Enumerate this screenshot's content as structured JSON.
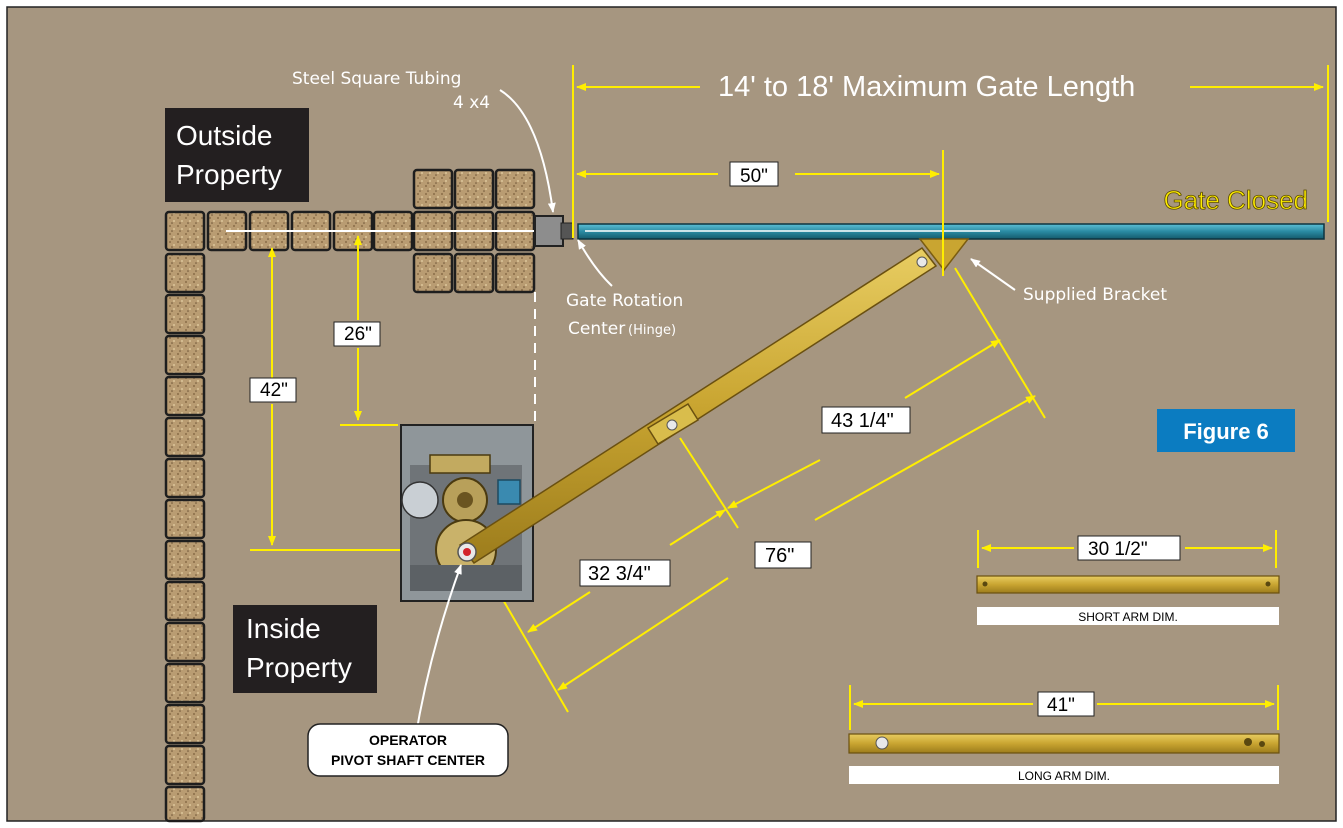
{
  "labels": {
    "steel_tubing_line1": "Steel Square Tubing",
    "steel_tubing_line2": "4 x4",
    "max_gate_length": "14' to 18' Maximum Gate Length",
    "outside_line1": "Outside",
    "outside_line2": "Property",
    "inside_line1": "Inside",
    "inside_line2": "Property",
    "dim_50": "50\"",
    "gate_closed": "Gate Closed",
    "gate_rotation_line1": "Gate Rotation",
    "gate_rotation_line2": "Center",
    "gate_rotation_hinge": "(Hinge)",
    "supplied_bracket": "Supplied Bracket",
    "dim_26": "26\"",
    "dim_42": "42\"",
    "dim_43_1_4": "43 1/4\"",
    "dim_32_3_4": "32 3/4\"",
    "dim_76": "76\"",
    "figure": "Figure 6",
    "dim_30_1_2": "30 1/2\"",
    "short_arm": "SHORT ARM DIM.",
    "dim_41": "41\"",
    "long_arm": "LONG ARM DIM.",
    "pivot_line1": "OPERATOR",
    "pivot_line2": "PIVOT SHAFT CENTER"
  },
  "colors": {
    "background": "#a69680",
    "dimension": "#ffee00",
    "gate": "#2a8aa2",
    "arm": "#c9a531",
    "label_box": "#231f20",
    "figure_badge": "#0b7cc1",
    "paver": "#b79a70"
  }
}
